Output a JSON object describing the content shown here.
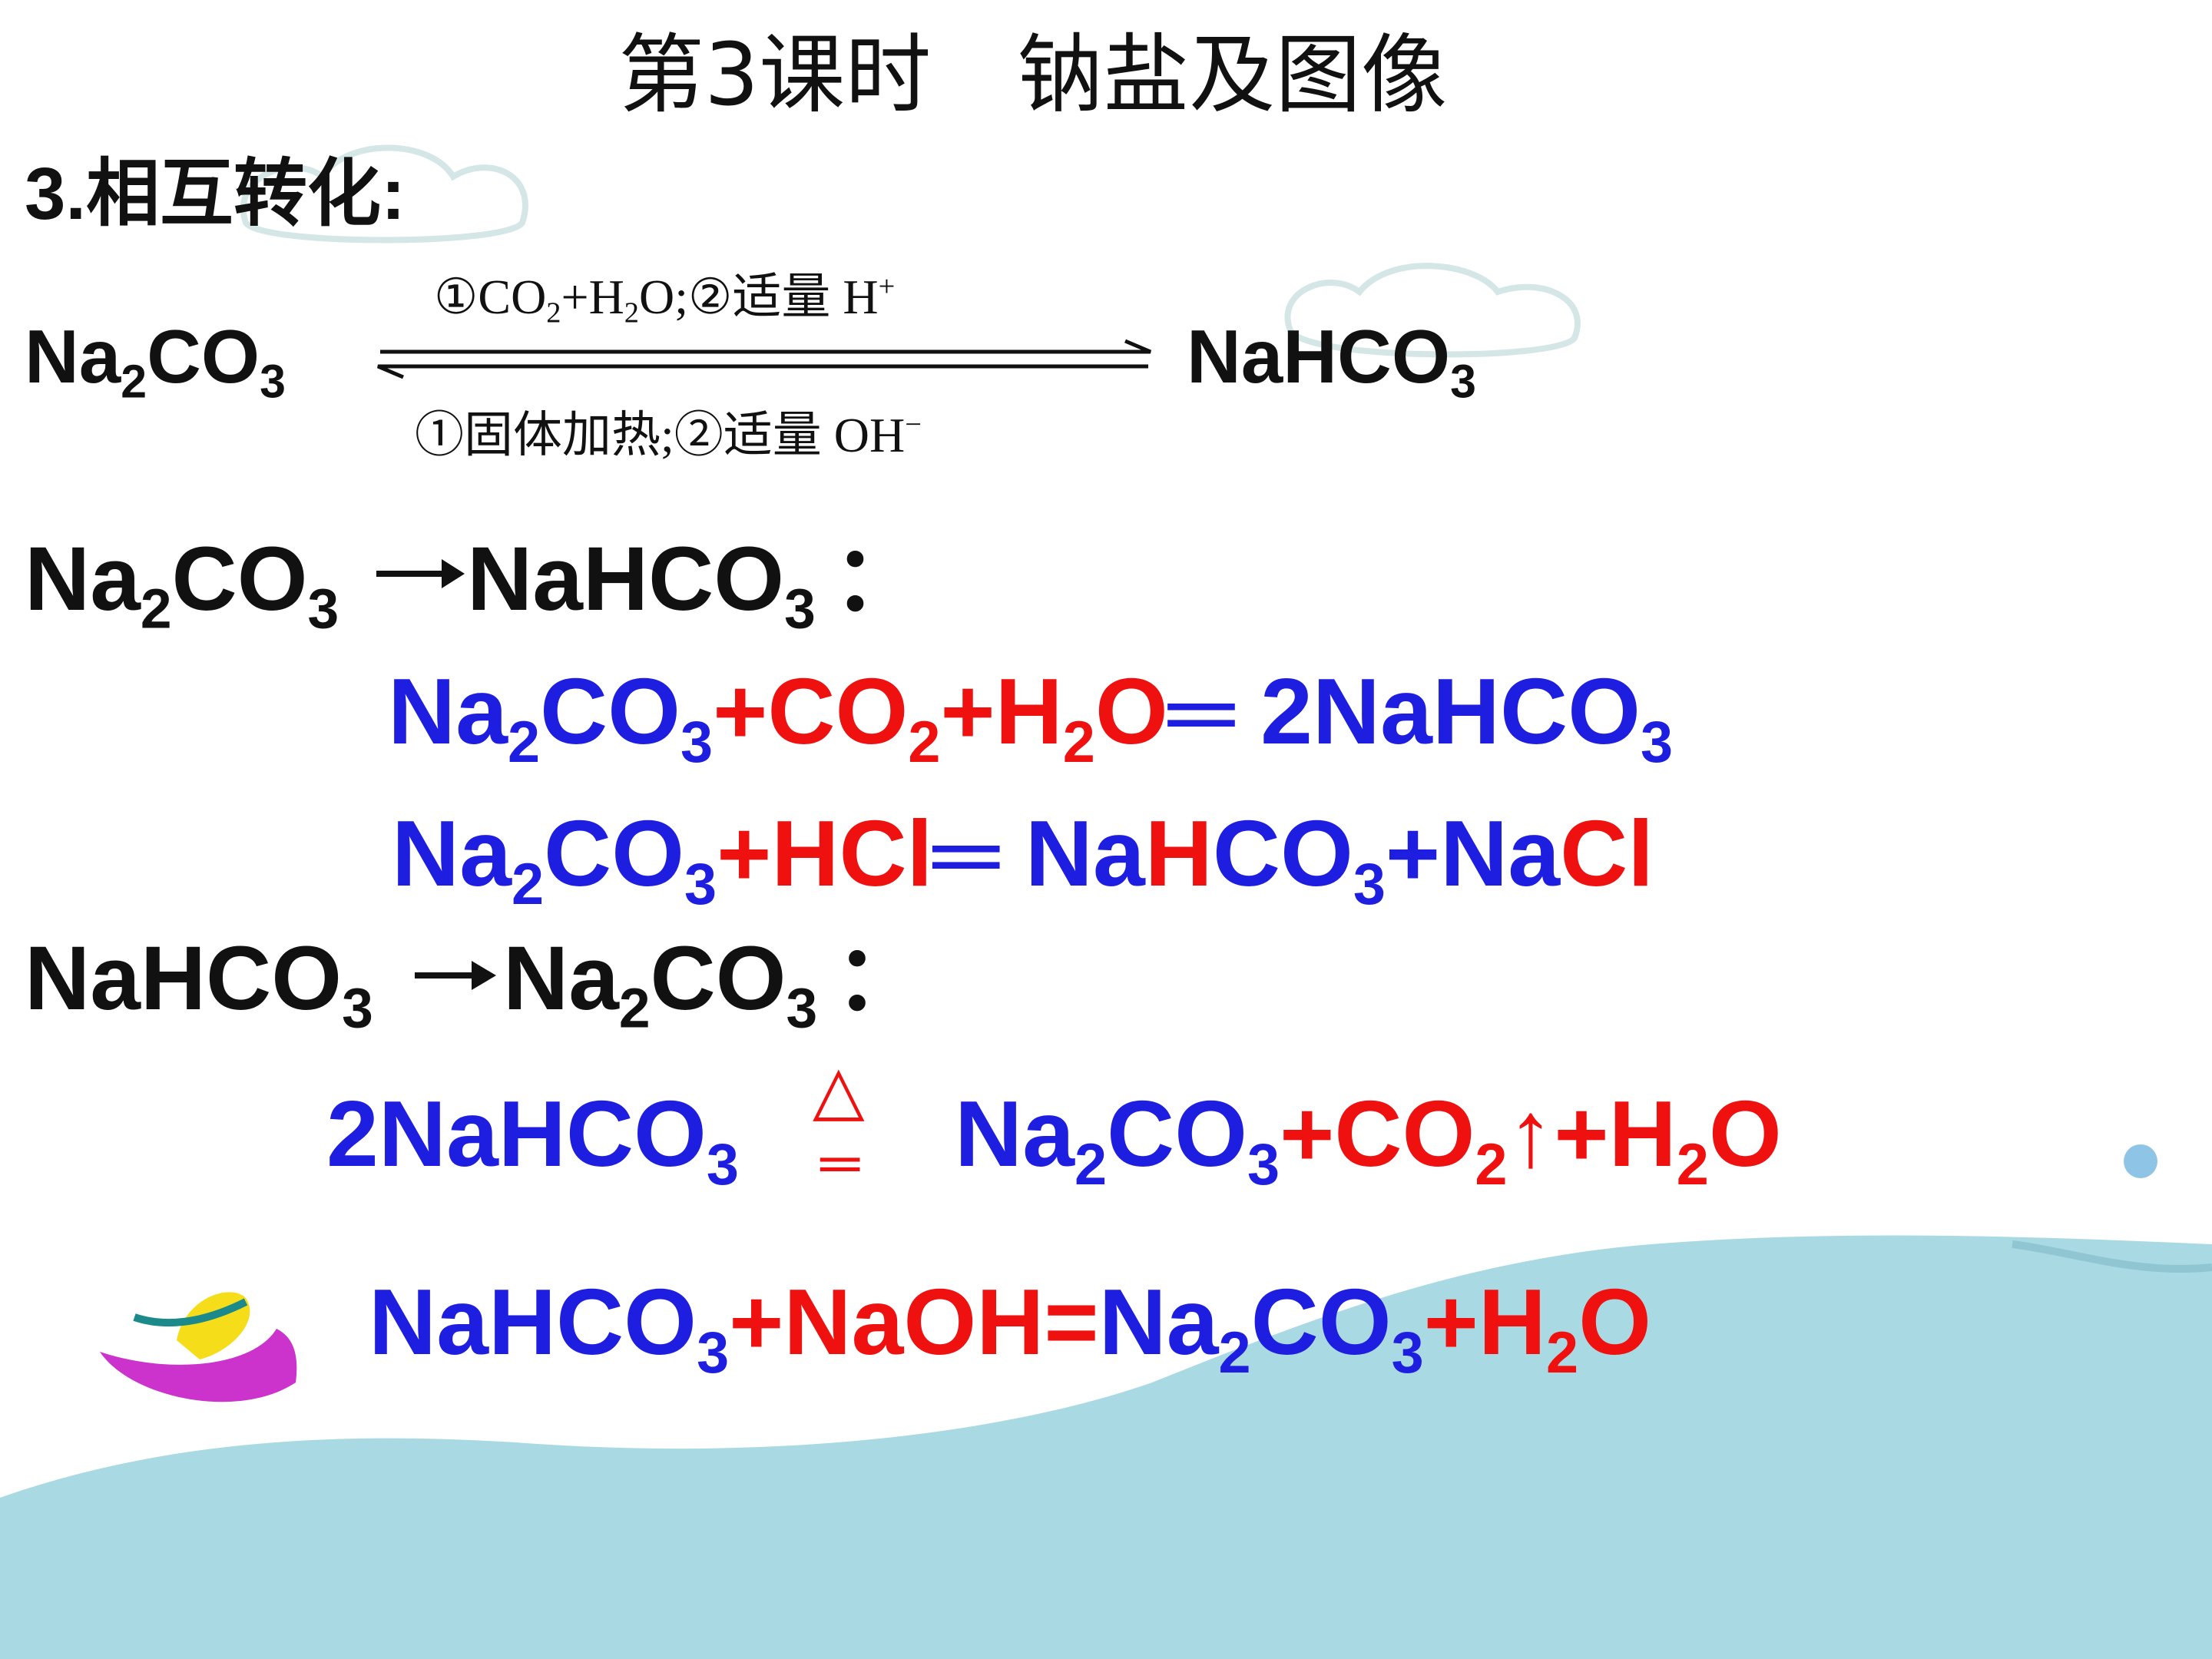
{
  "title": "第3课时　钠盐及图像",
  "section_heading": "3.相互转化:",
  "scheme": {
    "left": {
      "p1": "Na",
      "s1": "2",
      "p2": "CO",
      "s2": "3"
    },
    "right": {
      "p1": "NaHCO",
      "s1": "3"
    },
    "top_condition": {
      "p1": "①CO",
      "s1": "2",
      "p2": "+H",
      "s2": "2",
      "p3": "O;②适量 H",
      "sup": "+"
    },
    "bottom_condition": {
      "p1": "①固体加热;②适量 OH",
      "sup": "−"
    }
  },
  "forward_heading": {
    "a": "Na",
    "a2": "2",
    "b": "CO",
    "b3": "3",
    "arrow": "→",
    "c": "NaHCO",
    "c3": "3",
    "colon": "："
  },
  "forward_equations": [
    {
      "t1": "Na",
      "s1": "2",
      "t2": "CO",
      "s2": "3",
      "t3": "+CO",
      "s3": "2",
      "t4": "+H",
      "s4": "2",
      "t5": "O",
      "t6": "═ 2NaHCO",
      "s6": "3"
    },
    {
      "t1": "Na",
      "s1": "2",
      "t2": "CO",
      "s2": "3",
      "t3": "+HCl",
      "t4": "═ Na",
      "t5": "H",
      "t6": "CO",
      "s6": "3",
      "t7": "+Na",
      "t8": "Cl"
    }
  ],
  "reverse_heading": {
    "a": "NaHCO",
    "a3": "3",
    "arrow": "→",
    "b": "Na",
    "b2": "2",
    "c": "CO",
    "c3": "3",
    "colon": "："
  },
  "reverse_equations": [
    {
      "t1": "2NaHCO",
      "s1": "3",
      "cond_top": "△",
      "cond_bottom": "═",
      "t2": "Na",
      "s2": "2",
      "t3": "CO",
      "s3": "3",
      "t4": "+CO",
      "s4": "2",
      "t5": "↑+H",
      "s5": "2",
      "t6": "O"
    },
    {
      "t1": "NaHCO",
      "s1": "3",
      "t2": "+NaOH=",
      "t3": "Na",
      "s3": "2",
      "t4": "CO",
      "s4": "3",
      "t5": "+H",
      "s5": "2",
      "t6": "O"
    }
  ],
  "colors": {
    "black": "#111111",
    "blue": "#1e1ee0",
    "red": "#ef1010",
    "wave": "#a9d9e2"
  }
}
